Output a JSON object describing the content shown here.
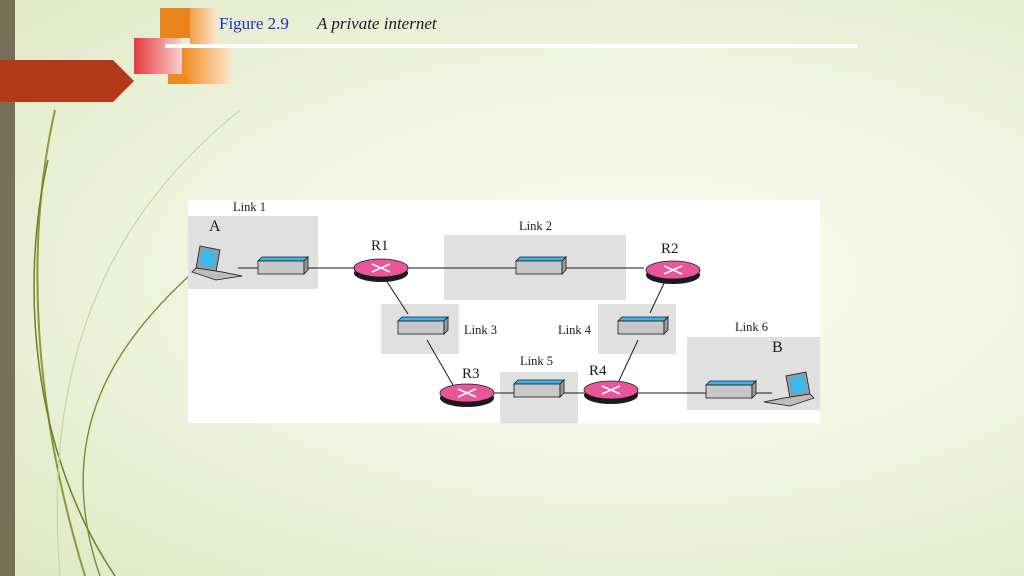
{
  "slide": {
    "figure_label": "Figure 2.9",
    "figure_title": "A private internet"
  },
  "diagram": {
    "links": [
      "Link 1",
      "Link 2",
      "Link 3",
      "Link 4",
      "Link 5",
      "Link 6"
    ],
    "routers": [
      "R1",
      "R2",
      "R3",
      "R4"
    ],
    "hosts": [
      "A",
      "B"
    ]
  },
  "colors": {
    "sidebar": "#766e55",
    "arrow": "#b3391a",
    "accent_orange": "#e9841d",
    "router": "#e8559a",
    "switch_top": "#3db7e8",
    "switch_side": "#c8c8c8",
    "link_region": "#e0e0e0"
  }
}
